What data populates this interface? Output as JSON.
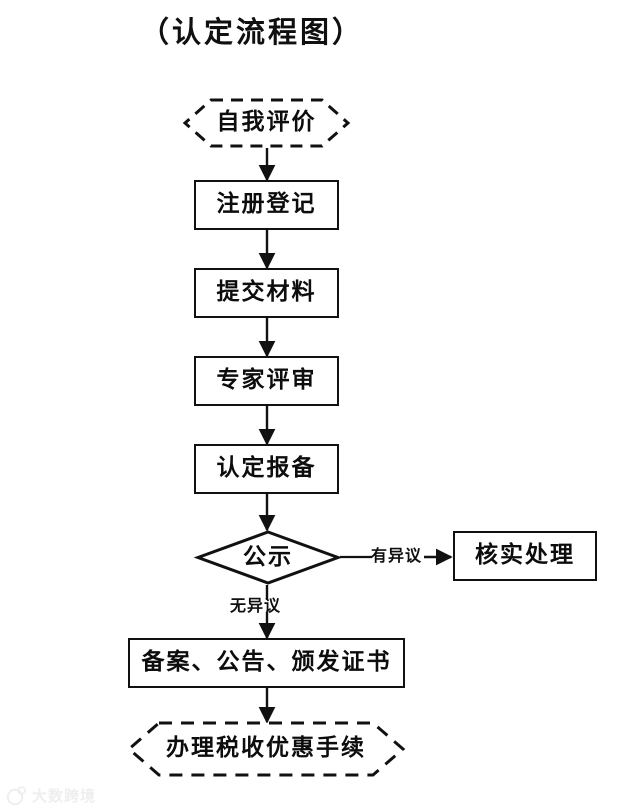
{
  "document": {
    "title": "（认定流程图）",
    "background_color": "#ffffff",
    "line_color": "#111111",
    "text_color": "#0d0d0d"
  },
  "chart_data": {
    "type": "diagram",
    "diagram_kind": "flowchart",
    "title": "（认定流程图）",
    "orientation": "top-to-bottom",
    "nodes": [
      {
        "id": "n1",
        "label": "自我评价",
        "shape": "dashed-hexagon",
        "role": "terminator"
      },
      {
        "id": "n2",
        "label": "注册登记",
        "shape": "rectangle",
        "role": "process"
      },
      {
        "id": "n3",
        "label": "提交材料",
        "shape": "rectangle",
        "role": "process"
      },
      {
        "id": "n4",
        "label": "专家评审",
        "shape": "rectangle",
        "role": "process"
      },
      {
        "id": "n5",
        "label": "认定报备",
        "shape": "rectangle",
        "role": "process"
      },
      {
        "id": "n6",
        "label": "公示",
        "shape": "diamond",
        "role": "decision"
      },
      {
        "id": "n7",
        "label": "核实处理",
        "shape": "rectangle",
        "role": "process"
      },
      {
        "id": "n8",
        "label": "备案、公告、颁发证书",
        "shape": "rectangle",
        "role": "process"
      },
      {
        "id": "n9",
        "label": "办理税收优惠手续",
        "shape": "dashed-hexagon",
        "role": "terminator"
      }
    ],
    "edges": [
      {
        "from": "n1",
        "to": "n2",
        "label": "",
        "direction": "down"
      },
      {
        "from": "n2",
        "to": "n3",
        "label": "",
        "direction": "down"
      },
      {
        "from": "n3",
        "to": "n4",
        "label": "",
        "direction": "down"
      },
      {
        "from": "n4",
        "to": "n5",
        "label": "",
        "direction": "down"
      },
      {
        "from": "n5",
        "to": "n6",
        "label": "",
        "direction": "down"
      },
      {
        "from": "n6",
        "to": "n7",
        "label": "有异议",
        "direction": "right"
      },
      {
        "from": "n6",
        "to": "n8",
        "label": "无异议",
        "direction": "down"
      },
      {
        "from": "n8",
        "to": "n9",
        "label": "",
        "direction": "down"
      }
    ]
  },
  "edge_labels": {
    "objection": "有异议",
    "no_objection": "无异议"
  },
  "watermark": {
    "text": "大数跨境",
    "icon": "logo-icon",
    "color": "#c9c9c9"
  }
}
